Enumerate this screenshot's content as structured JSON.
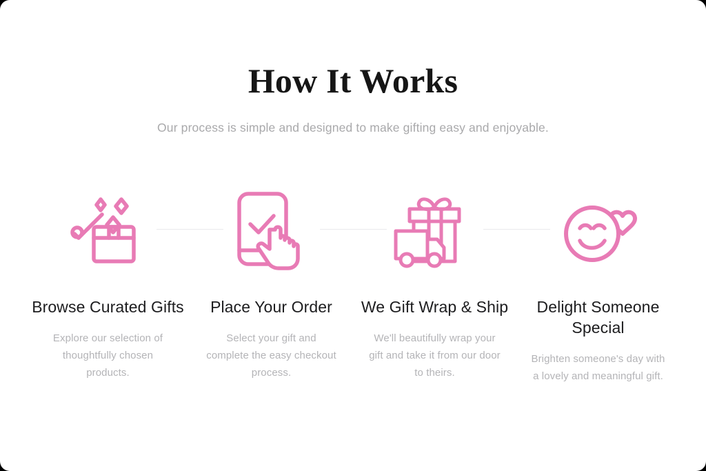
{
  "window": {
    "background_color": "#ffffff",
    "outer_color": "#000000"
  },
  "header": {
    "title": "How It Works",
    "subtitle": "Our process is simple and designed to make gifting easy and enjoyable.",
    "title_color": "#161616",
    "subtitle_color": "#a9a9ab"
  },
  "theme": {
    "accent_pink": "#e87bb5",
    "accent_pink_dark": "#dd6aab",
    "connector_line": "#e9e9ec"
  },
  "steps": [
    {
      "icon": "magic-wand-sparkles-gift-icon",
      "title": "Browse Curated Gifts",
      "description": "Explore our selection of thoughtfully chosen products."
    },
    {
      "icon": "phone-checkmark-cursor-icon",
      "title": "Place Your Order",
      "description": "Select your gift and complete the easy checkout process."
    },
    {
      "icon": "gift-box-delivery-truck-icon",
      "title": "We Gift Wrap & Ship",
      "description": "We'll beautifully wrap your gift and take it from our door to theirs."
    },
    {
      "icon": "smiley-face-heart-icon",
      "title": "Delight Someone Special",
      "description": "Brighten someone's day with a lovely and meaningful gift."
    }
  ]
}
